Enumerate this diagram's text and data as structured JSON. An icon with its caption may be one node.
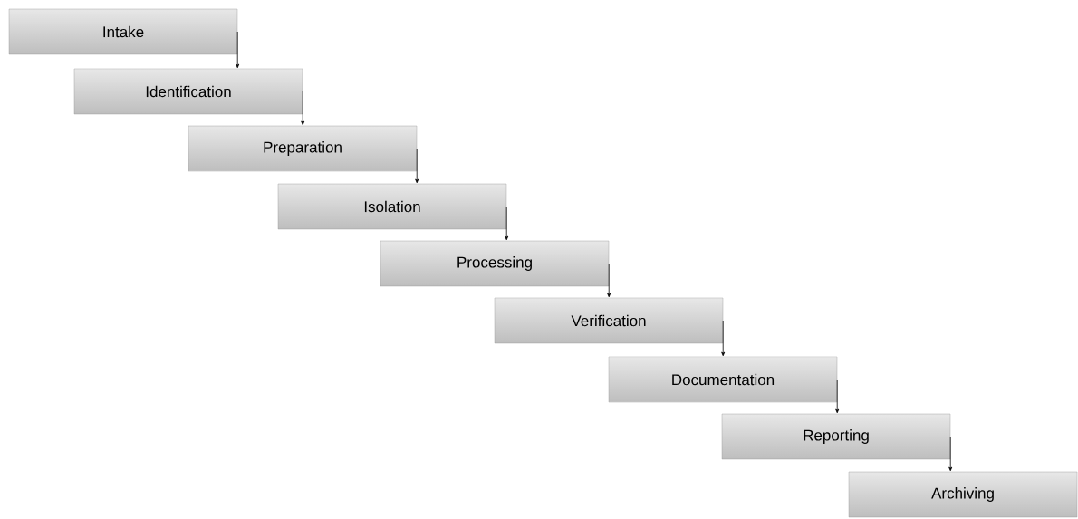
{
  "diagram": {
    "nodes": [
      {
        "text": [
          "Intake"
        ]
      },
      {
        "text": [
          "Identification"
        ]
      },
      {
        "text": [
          "Preparation"
        ]
      },
      {
        "text": [
          "Isolation"
        ]
      },
      {
        "text": [
          "Processing"
        ]
      },
      {
        "text": [
          "Verification"
        ]
      },
      {
        "text": [
          "Documentation"
        ]
      },
      {
        "text": [
          "Reporting"
        ]
      },
      {
        "text": [
          "Archiving"
        ]
      }
    ],
    "edges": [
      {
        "from": 0,
        "to": 1,
        "arrow": "to"
      },
      {
        "from": 1,
        "to": 2,
        "arrow": "to"
      },
      {
        "from": 2,
        "to": 3,
        "arrow": "to"
      },
      {
        "from": 3,
        "to": 4,
        "arrow": "to"
      },
      {
        "from": 4,
        "to": 5,
        "arrow": "to"
      },
      {
        "from": 5,
        "to": 6,
        "arrow": "to"
      },
      {
        "from": 6,
        "to": 7,
        "arrow": "to"
      },
      {
        "from": 7,
        "to": 8,
        "arrow": "to"
      }
    ]
  }
}
